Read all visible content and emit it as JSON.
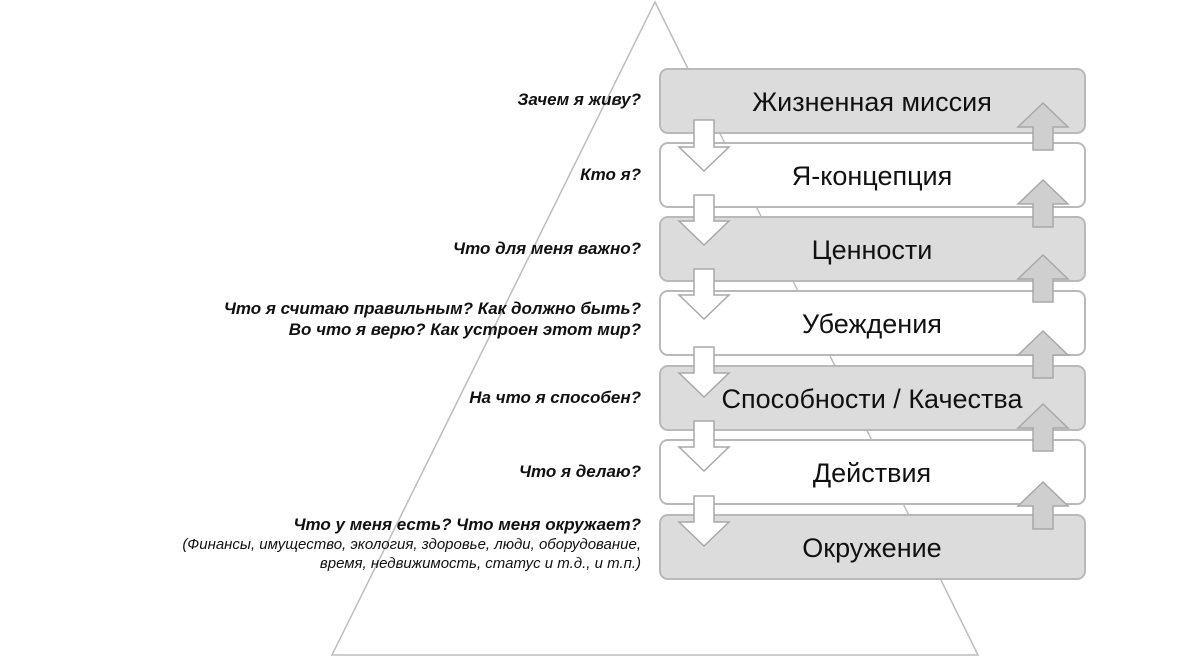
{
  "diagram": {
    "levels": [
      {
        "name": "Жизненная миссия",
        "question": "Зачем я живу?",
        "shaded": true
      },
      {
        "name": "Я-концепция",
        "question": "Кто я?",
        "shaded": false
      },
      {
        "name": "Ценности",
        "question": "Что для меня важно?",
        "shaded": true
      },
      {
        "name": "Убеждения",
        "question": "Что я считаю правильным? Как должно быть?",
        "question2": "Во что я верю? Как устроен этот мир?",
        "shaded": false
      },
      {
        "name": "Способности / Качества",
        "question": "На что я способен?",
        "shaded": true
      },
      {
        "name": "Действия",
        "question": "Что я делаю?",
        "shaded": false
      },
      {
        "name": "Окружение",
        "question": "Что у меня есть? Что меня окружает?",
        "note": "(Финансы, имущество, экология, здоровье, люди, оборудование,",
        "note2": "время, недвижимость, статус и т.д., и т.п.)",
        "shaded": true
      }
    ],
    "colors": {
      "shaded_fill": "#dcdcdc",
      "plain_fill": "#ffffff",
      "border": "#b9b9b9",
      "arrow_fill": "#ffffff",
      "arrow_up_fill": "#cfcfcf",
      "arrow_stroke": "#a8a8a8",
      "triangle": "#bdbdbd"
    }
  }
}
